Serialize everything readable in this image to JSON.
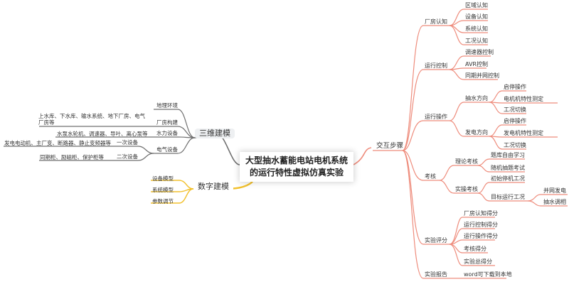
{
  "center": {
    "line1": "大型抽水蓄能电站电机系统",
    "line2": "的运行特性虚拟仿真实验"
  },
  "right": {
    "root": "交互步骤",
    "branches": [
      {
        "label": "厂房认知",
        "children": [
          {
            "label": "区域认知"
          },
          {
            "label": "设备认知"
          },
          {
            "label": "系统认知"
          },
          {
            "label": "工况认知"
          }
        ]
      },
      {
        "label": "运行控制",
        "children": [
          {
            "label": "调速器控制"
          },
          {
            "label": "AVR控制"
          },
          {
            "label": "同期并网控制"
          }
        ]
      },
      {
        "label": "运行操作",
        "children": [
          {
            "label": "抽水方向",
            "children": [
              {
                "label": "启停操作"
              },
              {
                "label": "电机机特性测定"
              },
              {
                "label": "工况切换"
              }
            ]
          },
          {
            "label": "发电方向",
            "children": [
              {
                "label": "启停操作"
              },
              {
                "label": "发电机特性测定"
              },
              {
                "label": "工况切换"
              }
            ]
          }
        ]
      },
      {
        "label": "考核",
        "children": [
          {
            "label": "理论考核",
            "children": [
              {
                "label": "题库自由学习"
              },
              {
                "label": "随机抽题考试"
              }
            ]
          },
          {
            "label": "实操考核",
            "children": [
              {
                "label": "初始停机工况"
              },
              {
                "label": "目标运行工况",
                "children": [
                  {
                    "label": "并网发电"
                  },
                  {
                    "label": "抽水调相"
                  }
                ]
              }
            ]
          }
        ]
      },
      {
        "label": "实验评分",
        "children": [
          {
            "label": "厂房认知得分"
          },
          {
            "label": "运行控制得分"
          },
          {
            "label": "运行操作得分"
          },
          {
            "label": "考核得分"
          },
          {
            "label": "实验总得分"
          }
        ]
      },
      {
        "label": "实验报告",
        "children": [
          {
            "label": "word可下载到本地"
          }
        ]
      }
    ]
  },
  "left_top": {
    "root": "三维建模",
    "branches": [
      {
        "label": "地理环境"
      },
      {
        "label": "厂房构建",
        "children": [
          {
            "label": "上水库、下水库、输水系统、地下厂房、电气厂房等"
          }
        ]
      },
      {
        "label": "水力设备",
        "children": [
          {
            "label": "水泵水轮机、调速器、导叶、离心泵等"
          }
        ]
      },
      {
        "label": "电气设备",
        "children": [
          {
            "label": "一次设备",
            "children": [
              {
                "label": "发电电动机、主厂变、断路器、静止变频器等"
              }
            ]
          },
          {
            "label": "二次设备",
            "children": [
              {
                "label": "同期柜、励磁柜、保护柜等"
              }
            ]
          }
        ]
      }
    ]
  },
  "left_bottom": {
    "root": "数字建模",
    "branches": [
      {
        "label": "设备模型"
      },
      {
        "label": "系统模型"
      },
      {
        "label": "参数调节"
      }
    ]
  },
  "colors": {
    "right_branch": "#ee8c7c",
    "left_branch": "#6f6f6f",
    "digital_branch": "#f2c12e",
    "text": "#333333"
  }
}
